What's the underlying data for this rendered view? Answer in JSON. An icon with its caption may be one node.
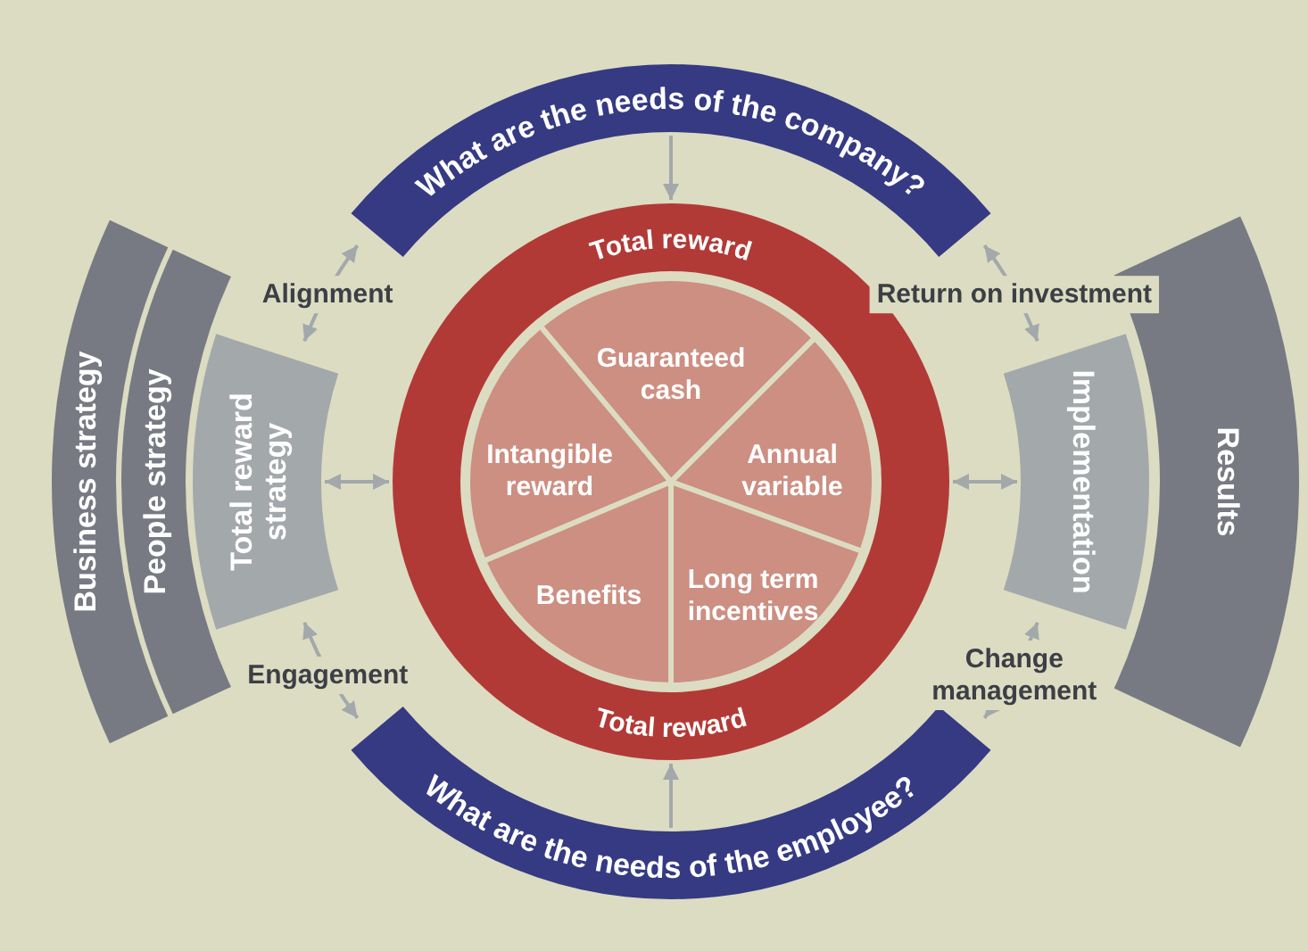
{
  "diagram": {
    "nodes": [
      {
        "text": [
          "What are the needs of the company?"
        ]
      },
      {
        "text": [
          "Total reward",
          "Total reward"
        ]
      },
      {
        "text": [
          "Guaranteed cash"
        ],
        "in": 1
      },
      {
        "text": [
          "Intangible reward"
        ],
        "in": 1
      },
      {
        "text": [
          "Annual variable"
        ],
        "in": 1
      },
      {
        "text": [
          "Benefits"
        ],
        "in": 1
      },
      {
        "text": [
          "Long term incentives"
        ],
        "in": 1
      },
      {
        "text": [
          "Business strategy"
        ]
      },
      {
        "text": [
          "People strategy"
        ]
      },
      {
        "text": [
          "Total reward strategy"
        ]
      },
      {
        "text": [
          "Implementation"
        ]
      },
      {
        "text": [
          "Results"
        ]
      },
      {
        "text": [
          "What are the needs of the employee?"
        ]
      }
    ],
    "edges": [
      {
        "from": 0,
        "to": 1,
        "arrow": "to"
      },
      {
        "from": 0,
        "to": 9,
        "arrow": "both",
        "label": "Alignment"
      },
      {
        "from": 0,
        "to": 10,
        "arrow": "both",
        "label": "Return on investment"
      },
      {
        "from": 9,
        "to": 1,
        "arrow": "both"
      },
      {
        "from": 1,
        "to": 10,
        "arrow": "both"
      },
      {
        "from": 9,
        "to": 12,
        "arrow": "both",
        "label": "Engagement"
      },
      {
        "from": 10,
        "to": 12,
        "arrow": "both",
        "label": "Change management"
      },
      {
        "from": 12,
        "to": 1,
        "arrow": "to"
      }
    ]
  }
}
